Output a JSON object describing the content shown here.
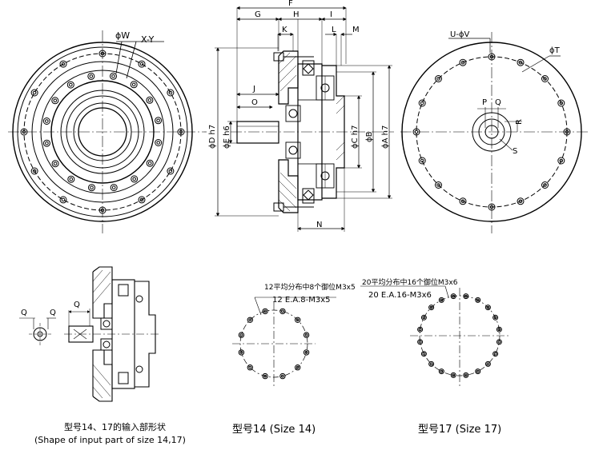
{
  "front_view": {
    "labels": {
      "w": "ϕW",
      "xy": "X-Y"
    }
  },
  "section_view": {
    "dims_top": {
      "F": "F",
      "G": "G",
      "H": "H",
      "I": "I",
      "K": "K",
      "L": "L",
      "M": "M"
    },
    "dims_left": {
      "J": "J",
      "O": "O",
      "D": "ϕD h7",
      "E": "ϕE h6"
    },
    "dims_right": {
      "C": "ϕC h7",
      "B": "ϕB",
      "A": "ϕA h7"
    },
    "dims_bottom": {
      "N": "N"
    }
  },
  "rear_view": {
    "labels": {
      "uv": "U-ϕV",
      "t": "ϕT",
      "p": "P",
      "q": "Q",
      "r": "R",
      "s": "S"
    }
  },
  "input_detail": {
    "labels": {
      "q_left": "Q",
      "q_mid": "Q",
      "q_right": "Q"
    },
    "caption_cn": "型号14、17的输入部形状",
    "caption_en": "(Shape of input part of size 14,17)"
  },
  "size14": {
    "note_cn": "12平均分布中8个御位M3x5",
    "note_en": "12 E.A.8-M3x5",
    "caption": "型号14 (Size 14)"
  },
  "size17": {
    "note_cn": "20平均分布中16个御位M3x6",
    "note_en": "20 E.A.16-M3x6",
    "caption": "型号17 (Size 17)"
  }
}
